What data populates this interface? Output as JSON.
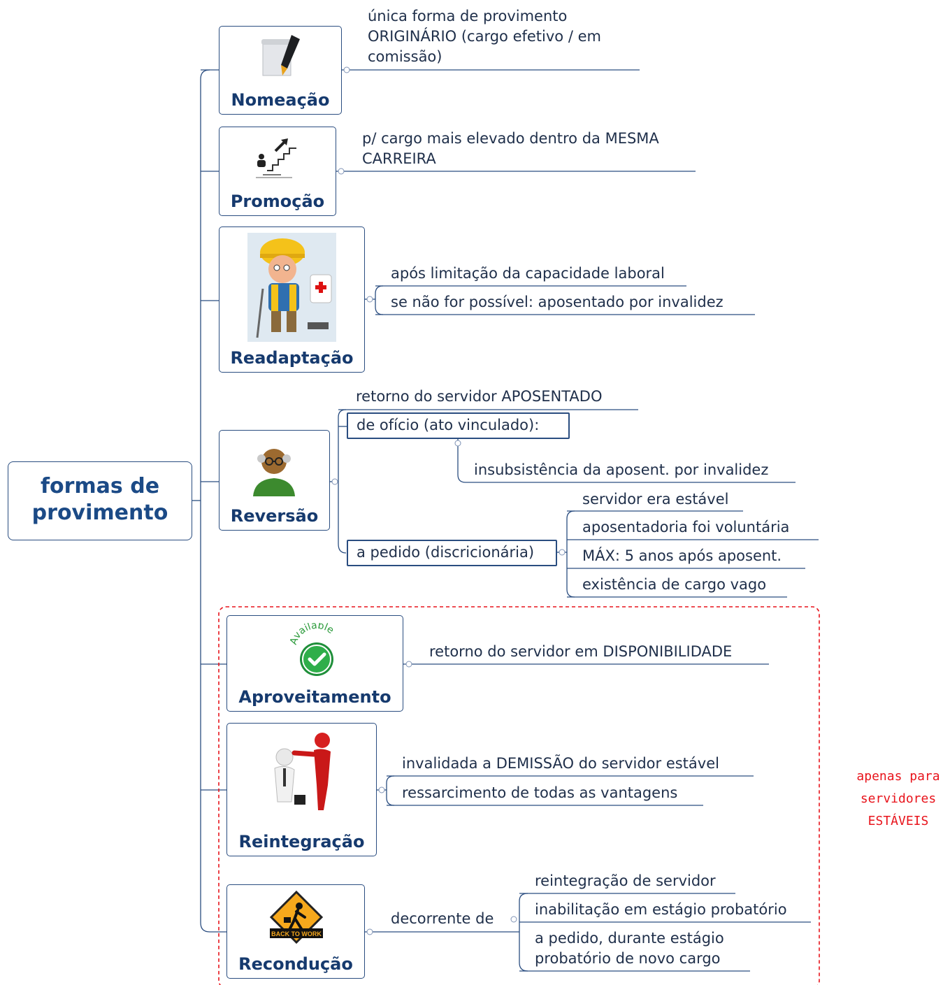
{
  "root": {
    "title_line1": "formas de",
    "title_line2": "provimento"
  },
  "nodes": {
    "nomeacao": {
      "label": "Nomeação",
      "icon": "pen-paper-icon",
      "leaf": "única forma de provimento ORIGINÁRIO (cargo efetivo / em comissão)"
    },
    "promocao": {
      "label": "Promoção",
      "icon": "stairs-arrow-icon",
      "leaf": "p/ cargo mais elevado dentro da MESMA CARREIRA"
    },
    "readaptacao": {
      "label": "Readaptação",
      "icon": "injured-worker-icon",
      "leaves": [
        "após limitação da capacidade laboral",
        "se não for possível: aposentado por invalidez"
      ]
    },
    "reversao": {
      "label": "Reversão",
      "icon": "elderly-man-icon",
      "leaf": "retorno do servidor APOSENTADO",
      "oficio": {
        "label": "de ofício (ato vinculado):",
        "leaf": "insubsistência da aposent. por invalidez"
      },
      "pedido": {
        "label": "a pedido (discricionária)",
        "leaves": [
          "servidor era estável",
          "aposentadoria foi voluntária",
          "MÁX: 5 anos após aposent.",
          "existência de cargo vago"
        ]
      }
    },
    "aproveitamento": {
      "label": "Aproveitamento",
      "icon": "available-check-icon",
      "icon_text": "Available",
      "leaf": "retorno do servidor em DISPONIBILIDADE"
    },
    "reintegracao": {
      "label": "Reintegração",
      "icon": "pointing-figures-icon",
      "leaves": [
        "invalidada a DEMISSÃO do servidor estável",
        "ressarcimento de todas as vantagens"
      ]
    },
    "reconducao": {
      "label": "Recondução",
      "icon": "back-to-work-sign-icon",
      "icon_text": "BACK TO WORK",
      "branch": "decorrente de",
      "leaves": [
        "reintegração de servidor",
        "inabilitação em estágio probatório",
        "a pedido, durante estágio probatório de novo cargo"
      ]
    }
  },
  "note": {
    "line1": "apenas para",
    "line2": "servidores",
    "line3": "ESTÁVEIS"
  },
  "colors": {
    "line": "#2a4d80",
    "title": "#1b4a86",
    "note": "#e8141c",
    "dashed_border": "#e8141c"
  }
}
